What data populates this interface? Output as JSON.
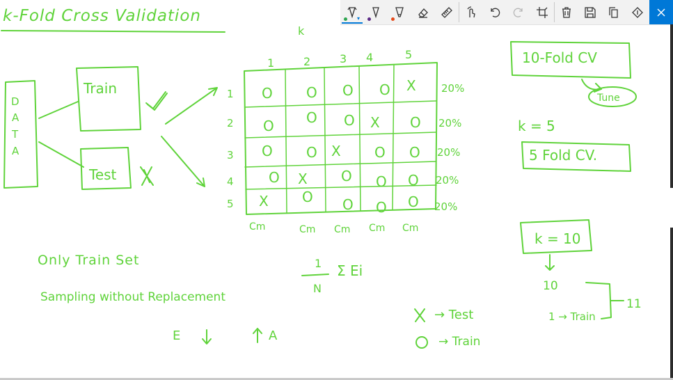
{
  "toolbar": {
    "buttons": [
      {
        "name": "ballpoint-pen",
        "color": "#2ea44f",
        "selected": true
      },
      {
        "name": "pencil",
        "color": "#5b2a86"
      },
      {
        "name": "highlighter",
        "color": "#e64a19"
      },
      {
        "name": "eraser"
      },
      {
        "name": "ruler"
      },
      {
        "name": "touch-writing"
      },
      {
        "name": "undo"
      },
      {
        "name": "redo",
        "disabled": true
      },
      {
        "name": "crop"
      },
      {
        "name": "delete"
      },
      {
        "name": "save"
      },
      {
        "name": "copy"
      },
      {
        "name": "share"
      },
      {
        "name": "close"
      }
    ]
  },
  "ink_color": "#5fd33a",
  "notes": {
    "title": "k-Fold Cross Validation",
    "k_label": "k",
    "data_letters": [
      "D",
      "A",
      "T",
      "A"
    ],
    "train_box": "Train",
    "test_box": "Test",
    "col_numbers": [
      "1",
      "2",
      "3",
      "4",
      "5"
    ],
    "row_numbers": [
      "1",
      "2",
      "3",
      "4",
      "5"
    ],
    "grid_rows": [
      [
        "O",
        "O",
        "O",
        "O",
        "X"
      ],
      [
        "O",
        "O",
        "O",
        "X",
        "O"
      ],
      [
        "O",
        "O",
        "X",
        "O",
        "O"
      ],
      [
        "O",
        "X",
        "O",
        "O",
        "O"
      ],
      [
        "X",
        "O",
        "O",
        "O",
        "O"
      ]
    ],
    "percent_labels": [
      "20%",
      "20%",
      "20%",
      "20%",
      "20%"
    ],
    "bottom_labels": [
      "Cm",
      "Cm",
      "Cm",
      "Cm",
      "Cm"
    ],
    "only_train": "Only Train Set",
    "sampling": "Sampling without Replacement",
    "formula_num": "1",
    "formula_den": "N",
    "formula_sum": "Σ Ei",
    "e_label": "E",
    "a_label": "A",
    "legend_test": "→ Test",
    "legend_train": "→ Train",
    "ten_fold": "10-Fold CV",
    "tune": "Tune",
    "k_eq_5": "k = 5",
    "five_fold": "5 Fold CV.",
    "k_eq_10": "k = 10",
    "ten": "10",
    "one_train": "1 → Train",
    "eleven": "11"
  }
}
